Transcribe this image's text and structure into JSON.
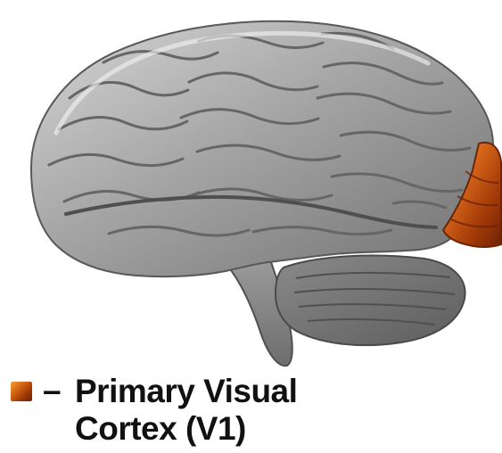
{
  "legend": {
    "dash": "–",
    "label_line1": "Primary Visual",
    "label_line2": "Cortex (V1)",
    "swatch_color": "#d46612"
  },
  "regions": [
    {
      "name": "primary-visual-cortex",
      "color": "#c4520e"
    }
  ],
  "brain": {
    "base_color": "#8d8d8d",
    "light_color": "#c9c9c9",
    "shadow_color": "#4f4f4f"
  }
}
